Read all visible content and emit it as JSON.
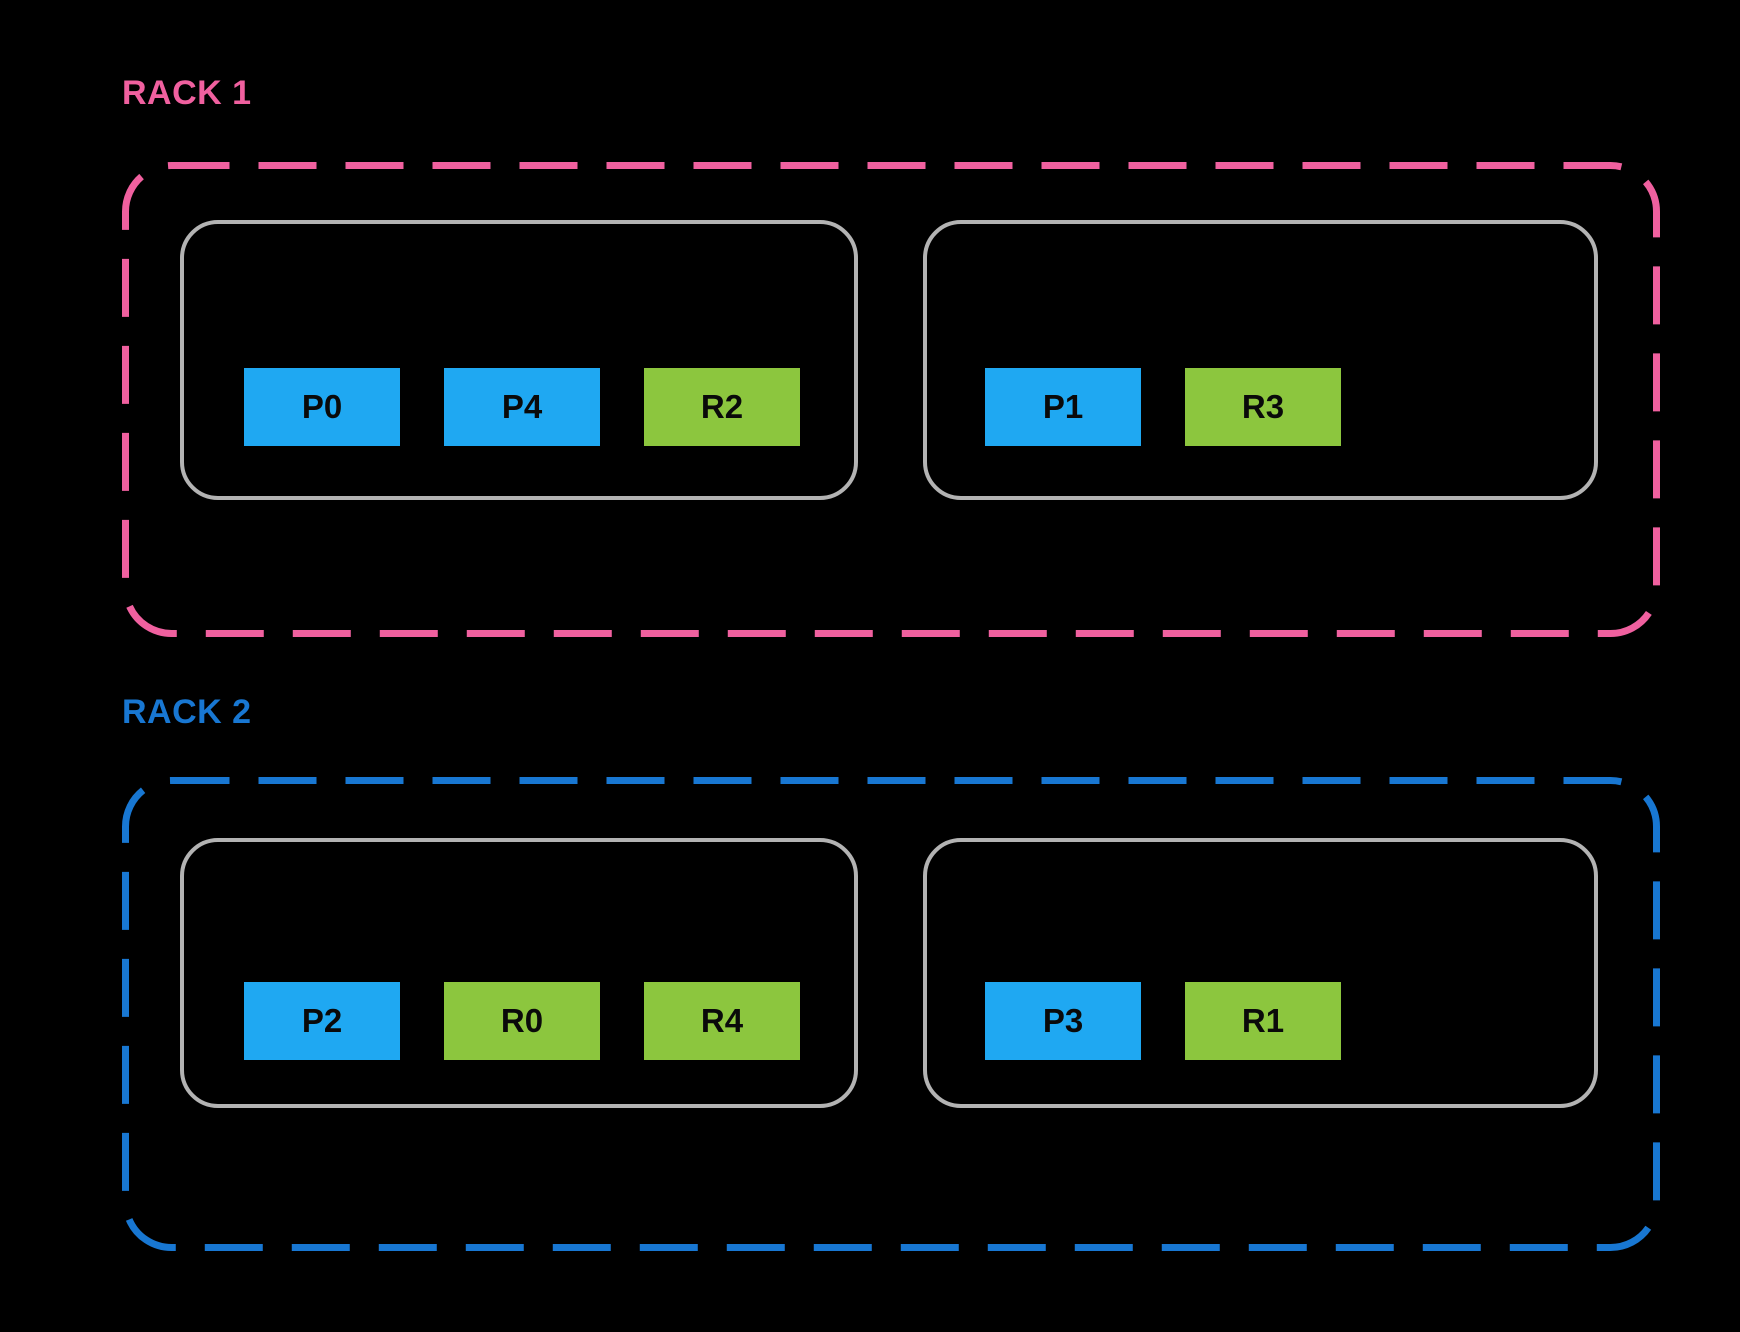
{
  "diagram_title": "",
  "colors": {
    "background": "#000000",
    "rack1_accent": "#F0609F",
    "rack2_accent": "#1877D2",
    "primary_block": "#1FA8F2",
    "replica_block": "#8CC63E",
    "machine_border": "#B3B3B3",
    "block_text": "#0A0A0A"
  },
  "racks": [
    {
      "label": "RACK 1",
      "machines": [
        {
          "blocks": [
            {
              "label": "P0",
              "type": "primary"
            },
            {
              "label": "P4",
              "type": "primary"
            },
            {
              "label": "R2",
              "type": "replica"
            }
          ]
        },
        {
          "blocks": [
            {
              "label": "P1",
              "type": "primary"
            },
            {
              "label": "R3",
              "type": "replica"
            }
          ]
        }
      ]
    },
    {
      "label": "RACK 2",
      "machines": [
        {
          "blocks": [
            {
              "label": "P2",
              "type": "primary"
            },
            {
              "label": "R0",
              "type": "replica"
            },
            {
              "label": "R4",
              "type": "replica"
            }
          ]
        },
        {
          "blocks": [
            {
              "label": "P3",
              "type": "primary"
            },
            {
              "label": "R1",
              "type": "replica"
            }
          ]
        }
      ]
    }
  ]
}
